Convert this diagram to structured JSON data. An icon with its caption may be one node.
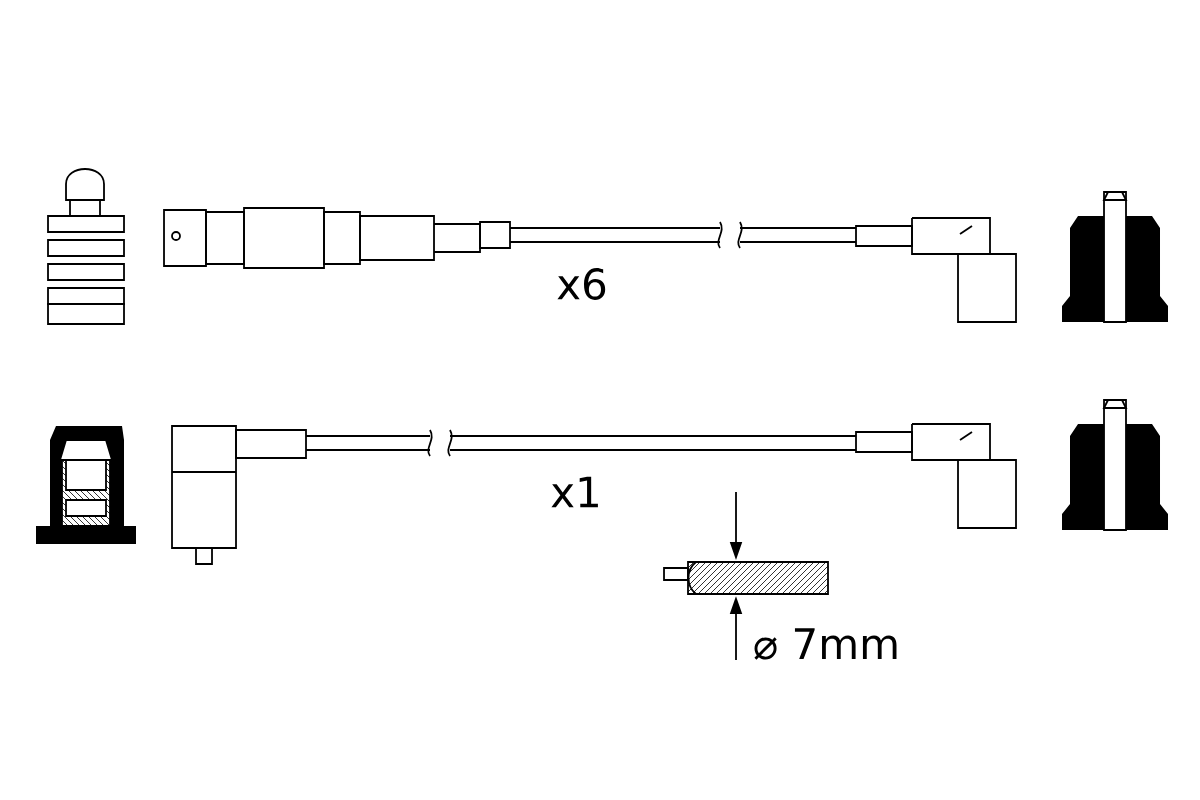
{
  "diagram": {
    "labels": [
      "x6",
      "x1",
      "⌀ 7mm"
    ]
  }
}
